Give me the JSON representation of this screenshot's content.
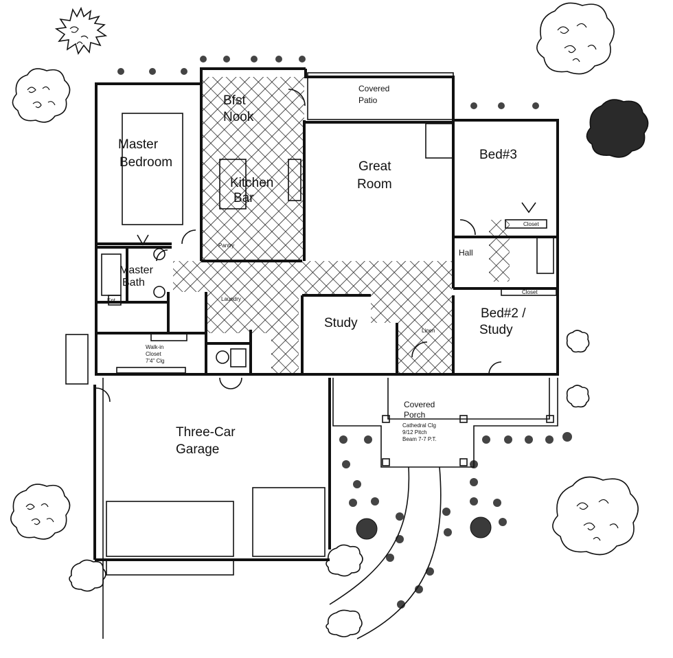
{
  "rooms": {
    "master_bedroom": [
      "Master",
      "Bedroom"
    ],
    "bfst_nook": [
      "Bfst",
      "Nook"
    ],
    "covered_patio": [
      "Covered",
      "Patio"
    ],
    "kitchen": [
      "Kitchen",
      "Bar"
    ],
    "great_room": [
      "Great",
      "Room"
    ],
    "bed3": "Bed#3",
    "master_bath": [
      "Master",
      "Bath"
    ],
    "hall": [
      "Hall"
    ],
    "study": "Study",
    "bed2_study": [
      "Bed#2 /",
      "Study"
    ],
    "covered_porch": [
      "Covered",
      "Porch",
      "Cathedral Clg",
      "9/12 Pitch",
      "Beam 7-7 P.T."
    ],
    "garage": [
      "Three-Car",
      "Garage"
    ],
    "closet_top": "Closet",
    "closet_bottom": "Closet",
    "linen": "Linen",
    "pantry": "Pantry",
    "ent": "Ent.",
    "wic": [
      "Walk-in",
      "Closet",
      "7'4\" Clg"
    ],
    "laundry": "Laundry"
  },
  "colors": {
    "ink": "#111111",
    "paper": "#ffffff",
    "hatch": "#222222"
  }
}
